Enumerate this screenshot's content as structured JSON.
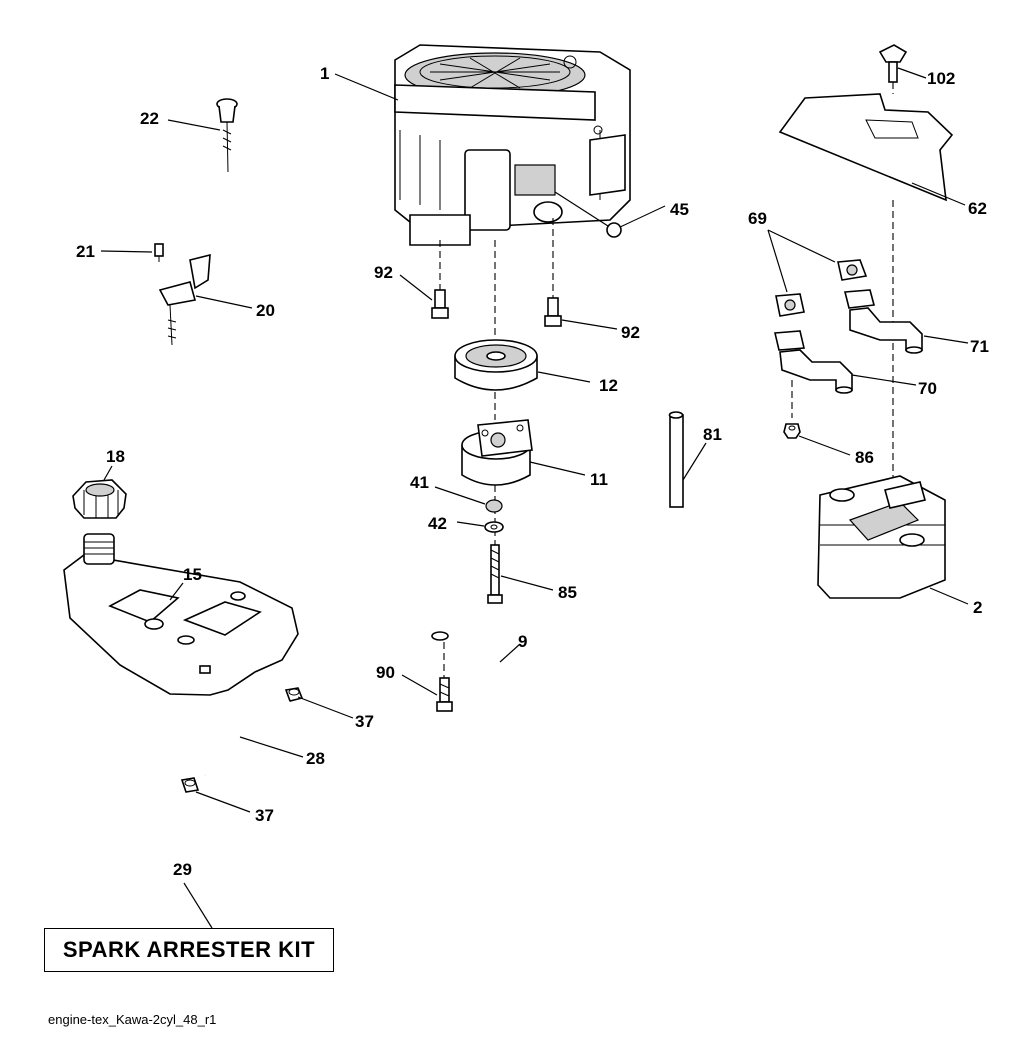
{
  "diagram": {
    "part_numbers": {
      "engine": "1",
      "muffler": "2",
      "wire": "9",
      "clutch": "11",
      "pulley": "12",
      "fuel_tank": "15",
      "fuel_cap": "18",
      "throttle_bracket": "20",
      "screw_21": "21",
      "choke_knob": "22",
      "fuel_line": "28",
      "spark_kit": "29",
      "clamp_upper": "37",
      "clamp_lower": "37",
      "washer_41": "41",
      "washer_42": "42",
      "connector_45": "45",
      "heat_shield": "62",
      "gaskets": "69",
      "pipe_70": "70",
      "pipe_71": "71",
      "rod_81": "81",
      "bolt_85": "85",
      "nut_86": "86",
      "bolt_90": "90",
      "bolt_92_left": "92",
      "bolt_92_right": "92",
      "knob_102": "102"
    },
    "kit_label": "SPARK ARRESTER KIT",
    "caption": "engine-tex_Kawa-2cyl_48_r1"
  }
}
